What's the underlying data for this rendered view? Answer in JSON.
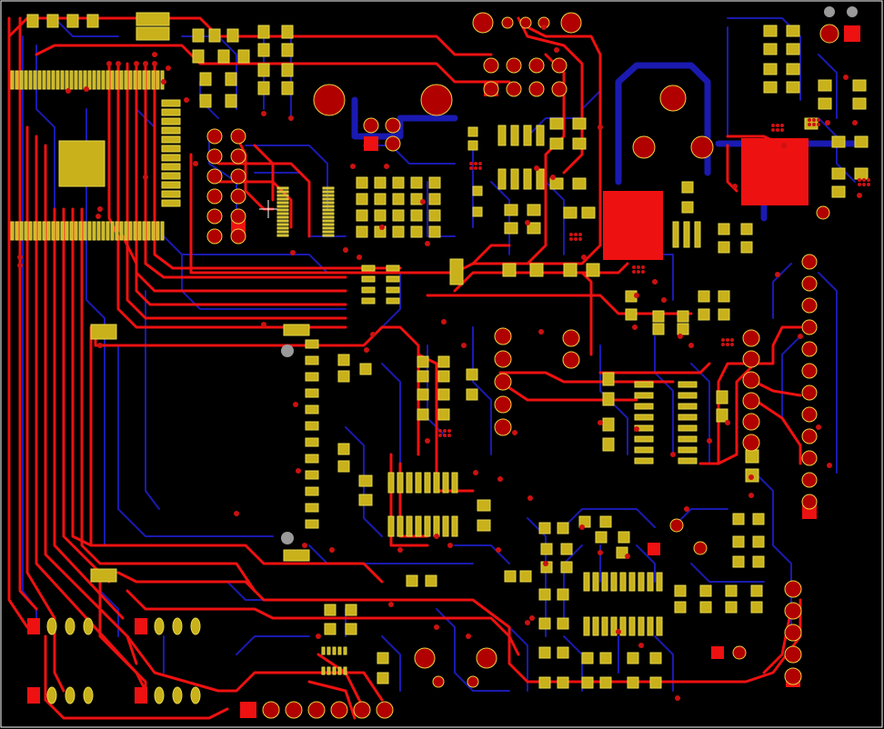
{
  "view": {
    "type": "pcb-layout",
    "layers": [
      "top-copper",
      "bottom-copper",
      "pads",
      "vias"
    ],
    "colors": {
      "background": "#000000",
      "top_copper": "#ee1111",
      "bottom_copper": "#1a1ab0",
      "pad": "#c8b11a",
      "via": "#b00000",
      "mount_hole": "#9a9a9a"
    }
  }
}
